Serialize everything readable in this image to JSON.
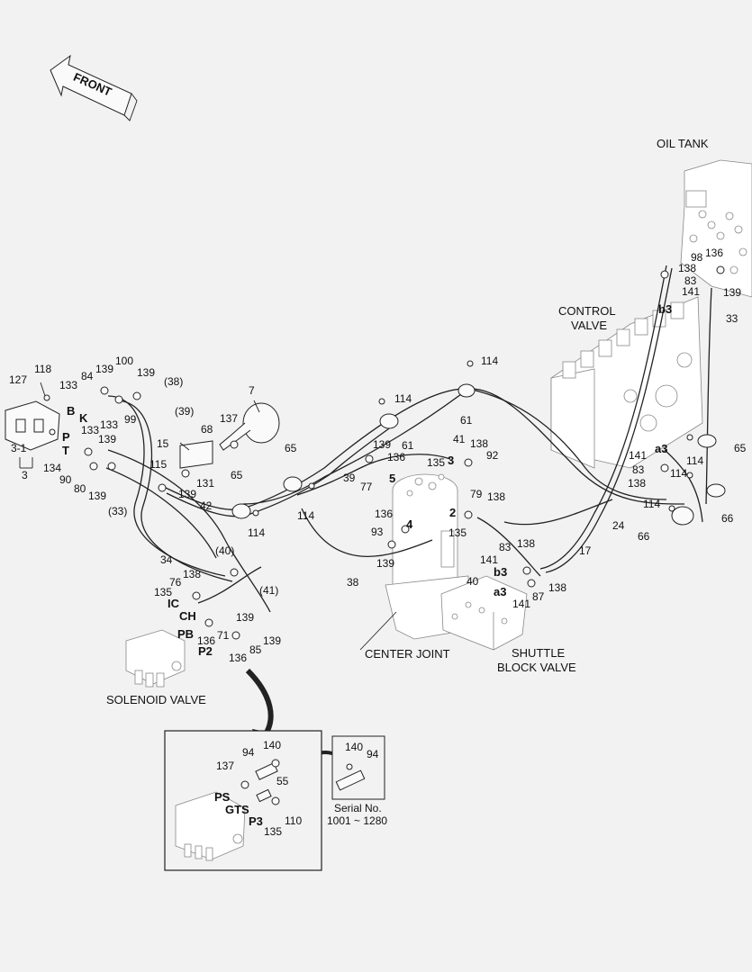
{
  "front_label": "FRONT",
  "callouts": {
    "oil_tank": "OIL TANK",
    "control_valve_l1": "CONTROL",
    "control_valve_l2": "VALVE",
    "center_joint": "CENTER JOINT",
    "shuttle_l1": "SHUTTLE",
    "shuttle_l2": "BLOCK VALVE",
    "solenoid_valve": "SOLENOID VALVE",
    "serial_l1": "Serial No.",
    "serial_l2": "1001 ~ 1280"
  },
  "numbers": {
    "n118": "118",
    "n127": "127",
    "n84": "84",
    "n139a": "139",
    "n100": "100",
    "n133a": "133",
    "n139b": "139",
    "n38p": "(38)",
    "n99": "99",
    "n133b": "133",
    "n39p": "(39)",
    "n7": "7",
    "n137": "137",
    "n68": "68",
    "n15": "15",
    "n115": "115",
    "n131": "131",
    "n139c": "139",
    "n31": "3-1",
    "n3": "3",
    "n134": "134",
    "n133c": "133",
    "n139d": "139",
    "n90": "90",
    "n80": "80",
    "n139e": "139",
    "n33p": "(33)",
    "n42": "42",
    "n65a": "65",
    "n114a": "114",
    "n34": "34",
    "n40p": "(40)",
    "n41p": "(41)",
    "n65b": "65",
    "n114b": "114",
    "n138a": "138",
    "n76": "76",
    "n135a": "135",
    "n139f": "139",
    "n71": "71",
    "n136a": "136",
    "n85": "85",
    "n139g": "139",
    "n136b": "136",
    "n114c": "114",
    "n114d": "114",
    "n61a": "61",
    "n61b": "61",
    "n139h": "139",
    "n136c": "136",
    "n39": "39",
    "n77": "77",
    "n41": "41",
    "n138b": "138",
    "n92": "92",
    "n135b": "135",
    "n79": "79",
    "n138c": "138",
    "n136d": "136",
    "n93": "93",
    "n139i": "139",
    "n135c": "135",
    "n38": "38",
    "n40": "40",
    "n83a": "83",
    "n138d": "138",
    "n141a": "141",
    "n141b": "141",
    "n87": "87",
    "n138e": "138",
    "n24": "24",
    "n17": "17",
    "n66a": "66",
    "n66b": "66",
    "n114e": "114",
    "n114f": "114",
    "n114g": "114",
    "n65c": "65",
    "n141c": "141",
    "n83b": "83",
    "n138f": "138",
    "n98": "98",
    "n136e": "136",
    "n138g": "138",
    "n83c": "83",
    "n141d": "141",
    "n139j": "139",
    "n33": "33",
    "in137": "137",
    "in94": "94",
    "in140": "140",
    "in55": "55",
    "in135": "135",
    "in110": "110",
    "s140": "140",
    "s94": "94"
  },
  "ports": {
    "B": "B",
    "K": "K",
    "P": "P",
    "T": "T",
    "IC": "IC",
    "CH": "CH",
    "PB": "PB",
    "P2": "P2",
    "p5": "5",
    "p3": "3",
    "p2": "2",
    "p4": "4",
    "b3a": "b3",
    "a3a": "a3",
    "b3b": "b3",
    "a3b": "a3",
    "PS": "PS",
    "GTS": "GTS",
    "P3": "P3"
  }
}
